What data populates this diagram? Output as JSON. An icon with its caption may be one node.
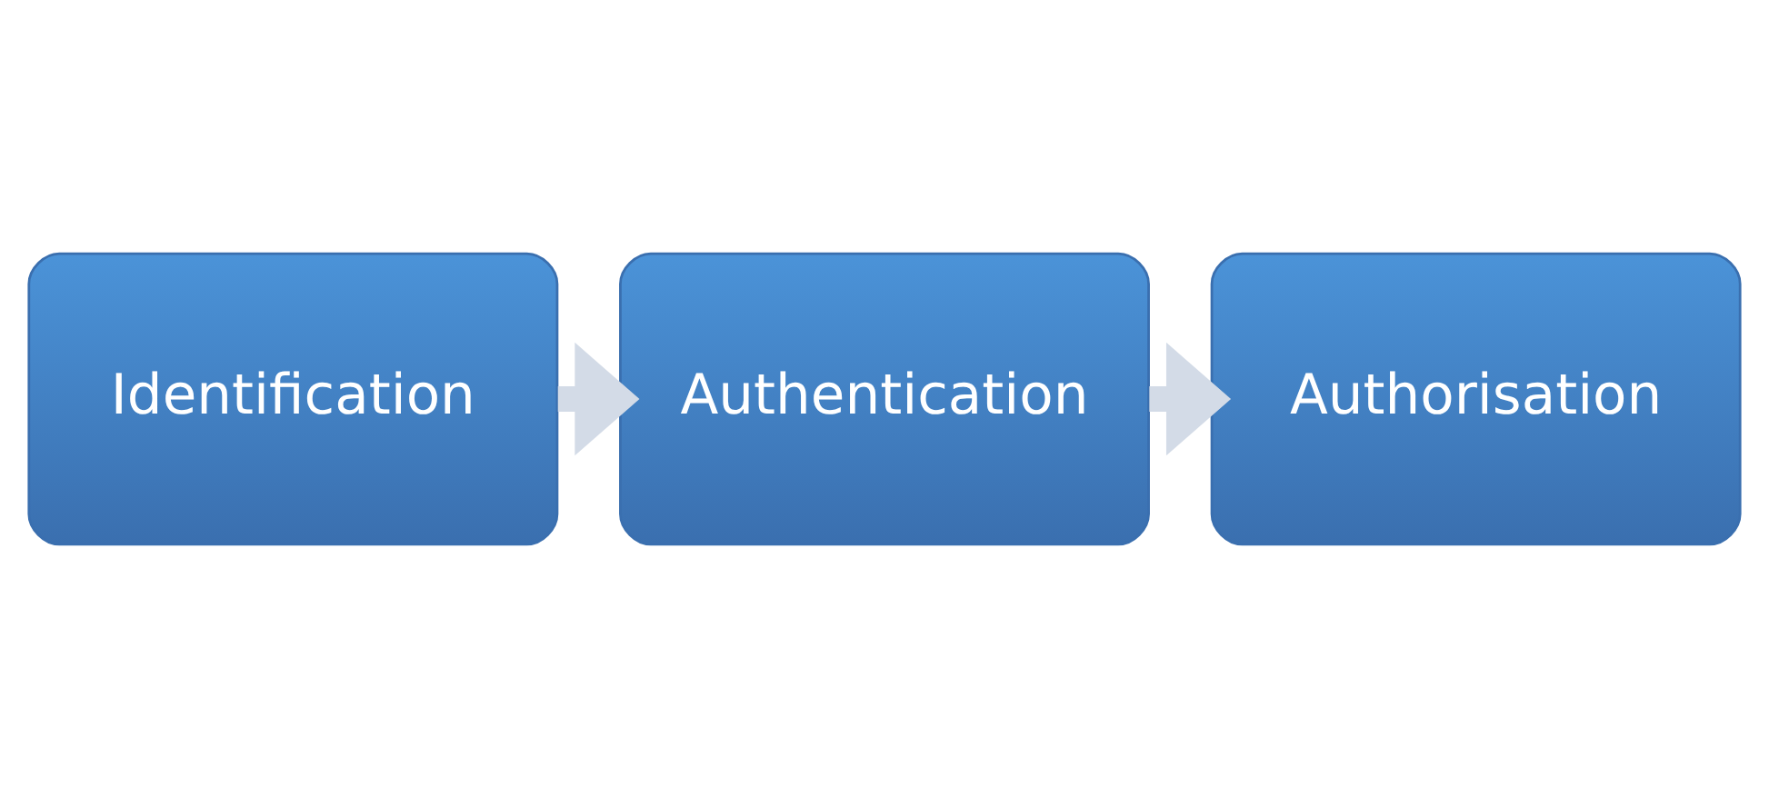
{
  "diagram": {
    "nodes": [
      {
        "text": [
          "Identification"
        ]
      },
      {
        "text": [
          "Authentication"
        ]
      },
      {
        "text": [
          "Authorisation"
        ]
      }
    ],
    "edges": [
      {
        "from": 0,
        "to": 1,
        "arrow": "to"
      },
      {
        "from": 1,
        "to": 2,
        "arrow": "to"
      }
    ]
  }
}
